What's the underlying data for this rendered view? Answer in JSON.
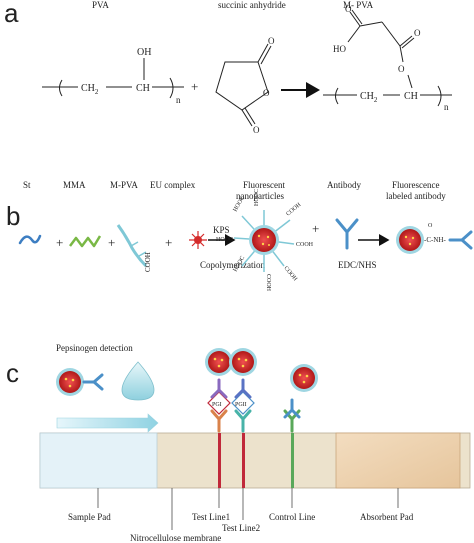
{
  "panel_a": {
    "letter": "a",
    "labels": {
      "pva": "PVA",
      "succinic": "succinic anhydride",
      "mpva": "M- PVA"
    },
    "pva_formula": {
      "oh": "OH",
      "ch2": "CH",
      "ch2_sub": "2",
      "ch": "CH",
      "n": "n"
    },
    "mpva_formula": {
      "ch2": "CH",
      "ch2_sub": "2",
      "ch": "CH",
      "n": "n",
      "o": "O",
      "ho": "HO"
    },
    "anhydride_o": [
      "O",
      "O",
      "O"
    ],
    "plus": "+"
  },
  "panel_b": {
    "letter": "b",
    "headers": {
      "st": "St",
      "mma": "MMA",
      "mpva": "M-PVA",
      "eu": "EU complex",
      "fnp_l1": "Fluorescent",
      "fnp_l2": "nanoparticles",
      "antibody": "Antibody",
      "fla_l1": "Fluorescence",
      "fla_l2": "labeled antibody"
    },
    "kps": "KPS",
    "copoly": "Copolymerization",
    "edc": "EDC/NHS",
    "cooh": "COOH",
    "hooc": "HOOC",
    "amide_o": "O",
    "amide": "-C-NH-",
    "plus": "+"
  },
  "panel_c": {
    "letter": "c",
    "title": "Pepsinogen detection",
    "pgi": "PGI",
    "pgii": "PGII",
    "labels": {
      "sample_pad": "Sample Pad",
      "nitro": "Nitrocellulose membrane",
      "test1": "Test Line1",
      "test2": "Test Line2",
      "control": "Control Line",
      "absorbent": "Absorbent Pad"
    }
  },
  "colors": {
    "line": "#222222",
    "np_red": "#d42a2a",
    "np_shell": "#7fc8d6",
    "antibody": "#4b90c8",
    "antibody_purple": "#8a6abf",
    "antibody_teal": "#48b3a8",
    "test_line": "#c0283a",
    "control_line": "#5aa85a",
    "strip_base": "#ece2cc",
    "sample_pad": "#e4f2f8",
    "absorbent": "#f0d7b8"
  }
}
